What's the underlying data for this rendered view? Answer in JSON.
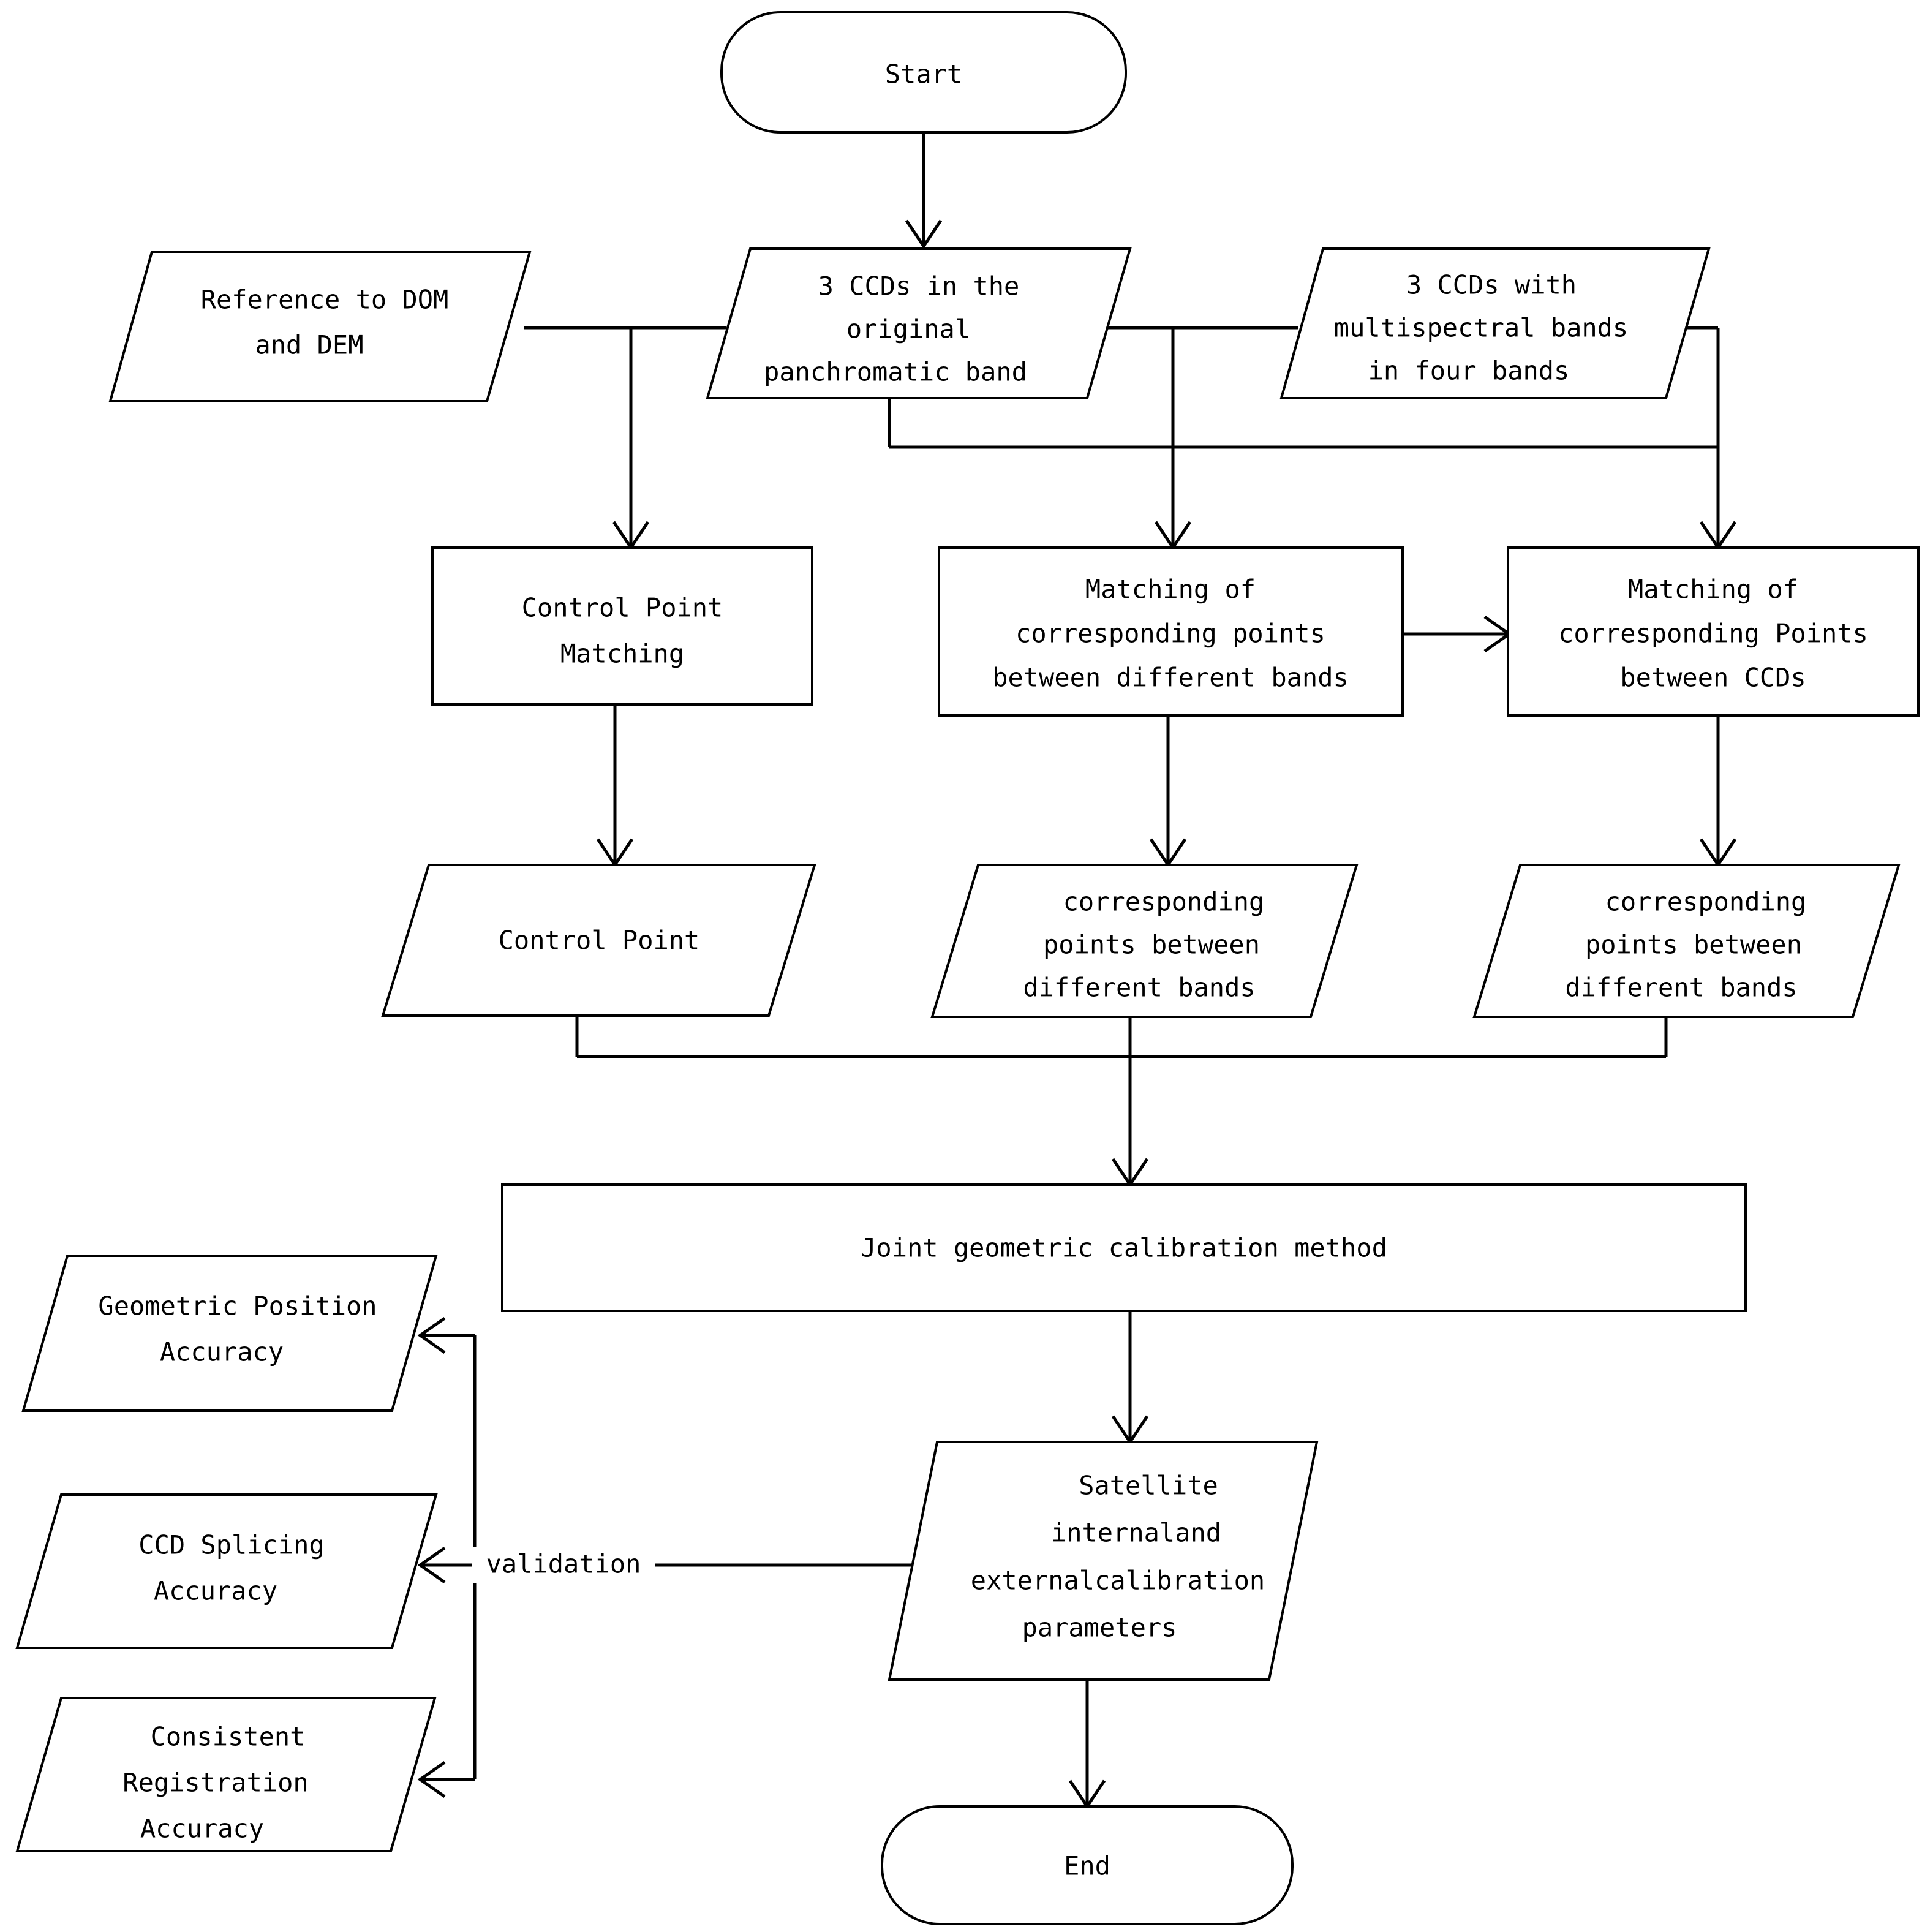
{
  "diagram": {
    "type": "flowchart",
    "orientation": "top-to-bottom",
    "background_color": "#ffffff",
    "line_color": "#000000",
    "text_color": "#000000"
  },
  "nodes": {
    "start": {
      "label": "Start",
      "shape": "stadium"
    },
    "reference_dom_dem": {
      "line1": "Reference to DOM",
      "line2": "and DEM",
      "shape": "parallelogram"
    },
    "pan_ccds": {
      "line1": "3 CCDs in the",
      "line2": "original",
      "line3": "panchromatic band",
      "shape": "parallelogram"
    },
    "ms_ccds": {
      "line1": "3 CCDs with",
      "line2": "multispectral bands",
      "line3": "in four bands",
      "shape": "parallelogram"
    },
    "control_point_matching": {
      "line1": "Control Point",
      "line2": "Matching",
      "shape": "rectangle"
    },
    "matching_bands": {
      "line1": "Matching of",
      "line2": "corresponding points",
      "line3": "between different bands",
      "shape": "rectangle"
    },
    "matching_ccds": {
      "line1": "Matching of",
      "line2": "corresponding Points",
      "line3": "between CCDs",
      "shape": "rectangle"
    },
    "control_point": {
      "line1": "Control Point",
      "shape": "parallelogram"
    },
    "corr_points_bands_1": {
      "line1": "corresponding",
      "line2": "points between",
      "line3": "different bands",
      "shape": "parallelogram"
    },
    "corr_points_bands_2": {
      "line1": "corresponding",
      "line2": "points between",
      "line3": "different bands",
      "shape": "parallelogram"
    },
    "joint_calibration": {
      "line1": "Joint geometric calibration method",
      "shape": "rectangle"
    },
    "satellite_params": {
      "line1": "Satellite",
      "line2": "internaland",
      "line3": "externalcalibration",
      "line4": "parameters",
      "shape": "parallelogram"
    },
    "geometric_position_accuracy": {
      "line1": "Geometric Position",
      "line2": "Accuracy",
      "shape": "parallelogram"
    },
    "ccd_splicing_accuracy": {
      "line1": "CCD Splicing",
      "line2": "Accuracy",
      "shape": "parallelogram"
    },
    "consistent_registration_accuracy": {
      "line1": "Consistent",
      "line2": "Registration",
      "line3": "Accuracy",
      "shape": "parallelogram"
    },
    "end": {
      "label": "End",
      "shape": "stadium"
    }
  },
  "edges": {
    "validation": {
      "label": "validation"
    }
  }
}
